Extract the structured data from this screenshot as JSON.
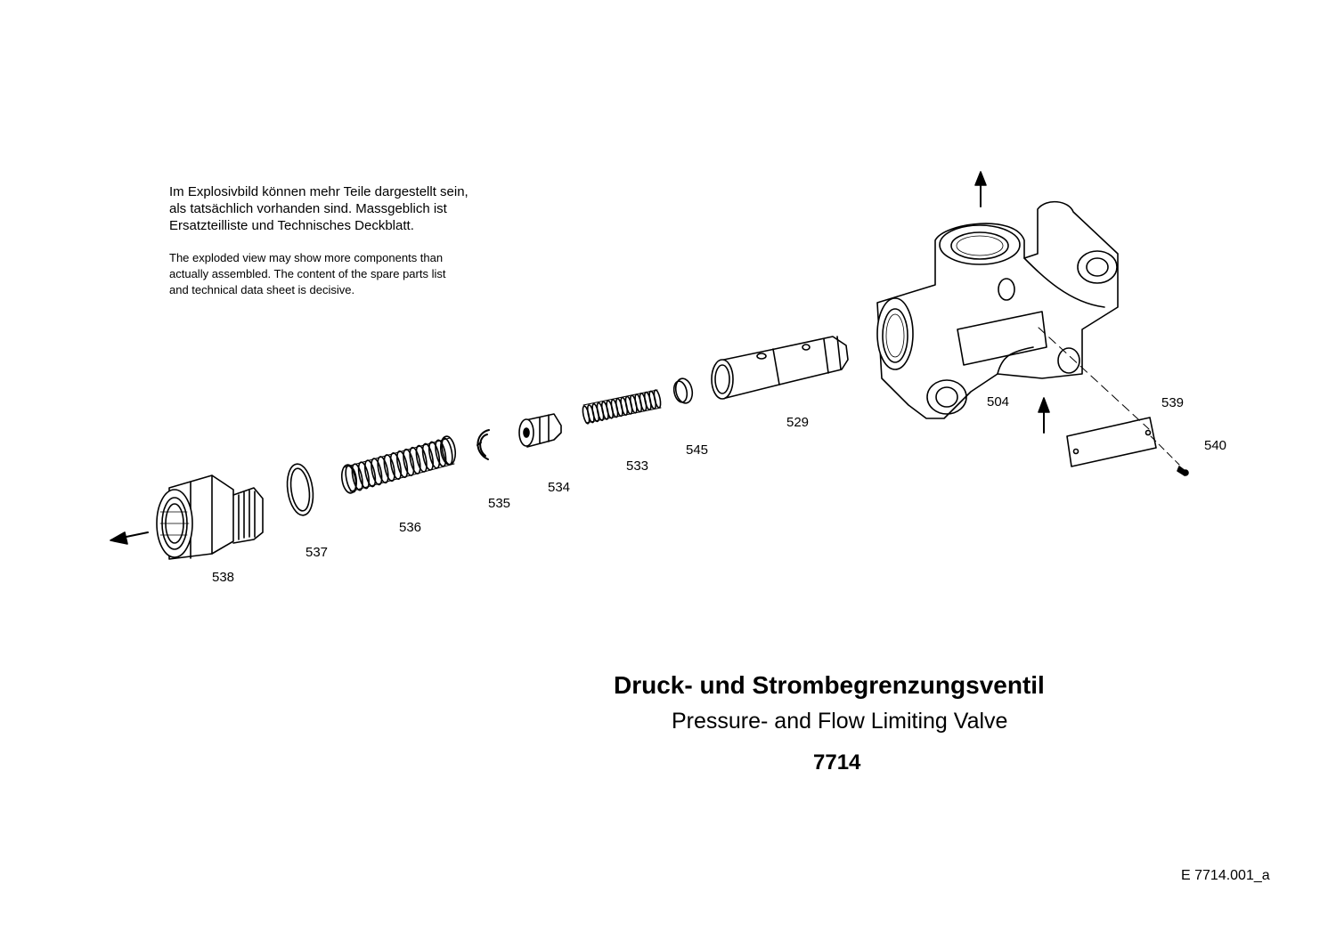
{
  "notes": {
    "de": [
      "Im Explosivbild können mehr Teile dargestellt sein,",
      "als tatsächlich vorhanden sind. Massgeblich ist",
      "Ersatzteilliste und Technisches Deckblatt."
    ],
    "en": [
      "The exploded view may show more  components than",
      "actually assembled.  The content of the spare parts list",
      "and technical data sheet is decisive."
    ]
  },
  "parts": {
    "p504": "504",
    "p529": "529",
    "p533": "533",
    "p534": "534",
    "p535": "535",
    "p536": "536",
    "p537": "537",
    "p538": "538",
    "p539": "539",
    "p540": "540",
    "p545": "545"
  },
  "title": {
    "de": "Druck- und Strombegrenzungsventil",
    "en": "Pressure- and Flow Limiting Valve",
    "part_number": "7714"
  },
  "drawing_id": "E 7714.001_a"
}
